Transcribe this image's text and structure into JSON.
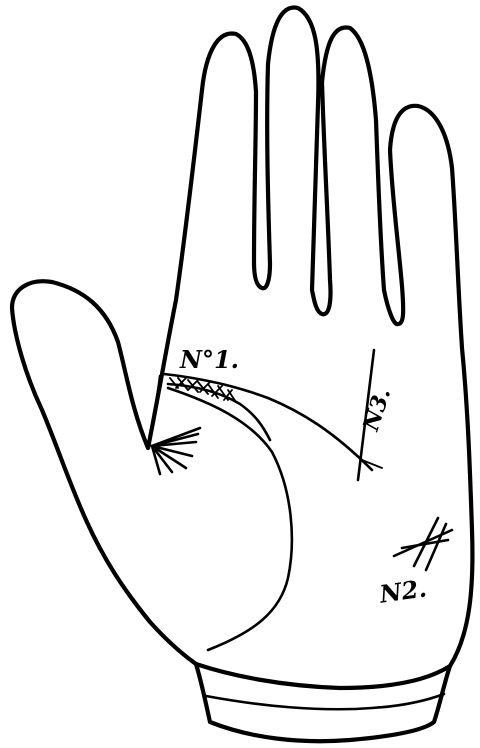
{
  "figure": {
    "labels": {
      "mark_1": "N°1.",
      "mark_2": "N2.",
      "mark_3": "N3."
    },
    "ink_color": "#000000",
    "paper_color": "#ffffff"
  }
}
